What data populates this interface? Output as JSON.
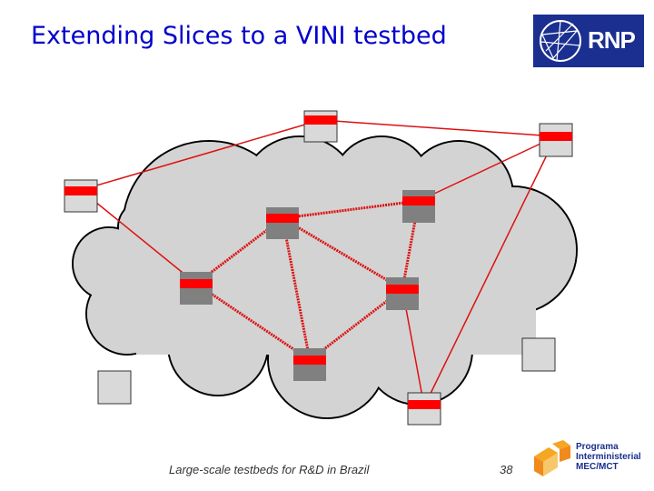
{
  "slide": {
    "title": "Extending Slices to a VINI testbed",
    "footer": "Large-scale testbeds for R&D in Brazil",
    "page_number": "38"
  },
  "logos": {
    "rnp": {
      "text": "RNP",
      "color": "#1a2f8f"
    },
    "programa": {
      "line1": "Programa",
      "line2": "Interministerial",
      "line3": "MEC/MCT"
    }
  },
  "diagram": {
    "cloud_fill": "#d3d3d3",
    "link_color": "#dd1111",
    "slice_color": "#ff0000",
    "outside_node_fill": "#d9d9d9",
    "inside_node_fill": "#808080"
  }
}
